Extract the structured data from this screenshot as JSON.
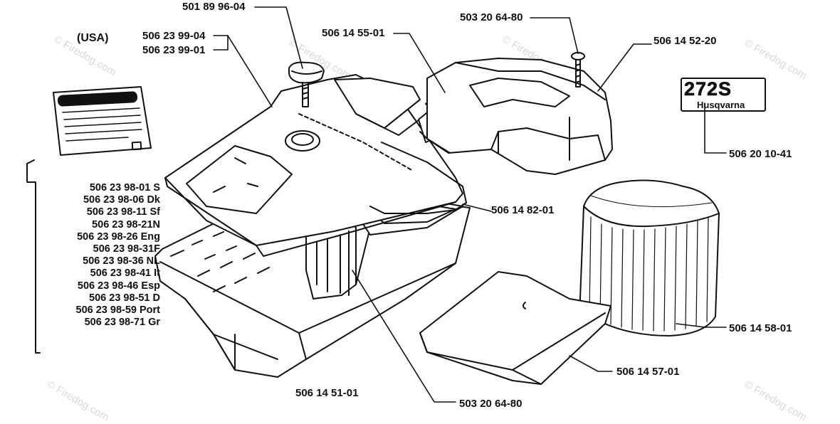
{
  "labels": {
    "usa": "(USA)",
    "cover_knob": "501 89 96-04",
    "cover_a": "506 23 99-04",
    "cover_b": "506 23 99-01",
    "filter_holder": "506 14 55-01",
    "screw_top": "503 20 64-80",
    "top_cover": "506 14 52-20",
    "decal": "506 20 10-41",
    "seal": "506 14 82-01",
    "air_filter": "506 14 58-01",
    "pre_filter": "506 14 57-01",
    "screw_bottom": "503 20 64-80",
    "housing": "506 14 51-01"
  },
  "warning_labels": [
    "506 23 98-01 S",
    "506 23 98-06 Dk",
    "506 23 98-11 Sf",
    "506 23 98-21N",
    "506 23 98-26 Eng",
    "506 23 98-31F",
    "506 23 98-36 NL",
    "506 23 98-41 It",
    "506 23 98-46 Esp",
    "506 23 98-51 D",
    "506 23 98-59 Port",
    "506 23 98-71 Gr"
  ],
  "decal_logo": {
    "model": "272S",
    "brand": "Husqvarna"
  },
  "watermark": "© Firedog.com"
}
